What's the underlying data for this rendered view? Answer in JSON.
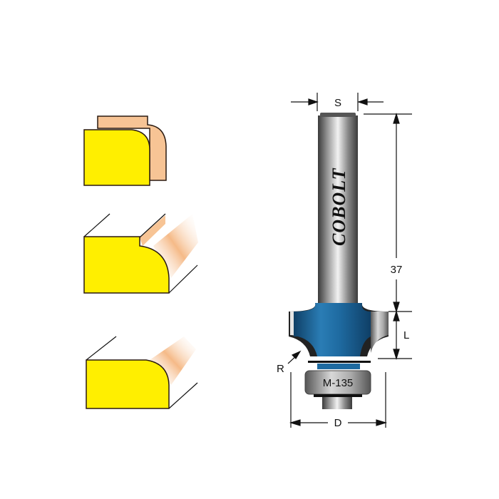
{
  "diagram": {
    "brand_label": "COBOLT",
    "model_label": "M-135",
    "dimensions": {
      "shank_diameter": "S",
      "length_total": "37",
      "cutting_length": "L",
      "radius": "R",
      "cutting_diameter": "D"
    },
    "profiles": [
      {
        "name": "profile-rounded-corner-offset",
        "description": "Rounded corner profile with offset"
      },
      {
        "name": "profile-rounded-corner-step",
        "description": "Rounded corner with step"
      },
      {
        "name": "profile-rounded-corner",
        "description": "Rounded corner"
      }
    ],
    "colors": {
      "workpiece": "#ffef00",
      "cut": "#f7c495",
      "cutter_body": "#1f6ea3",
      "shank": "#c8c8c8",
      "outline": "#2a1a10"
    }
  }
}
